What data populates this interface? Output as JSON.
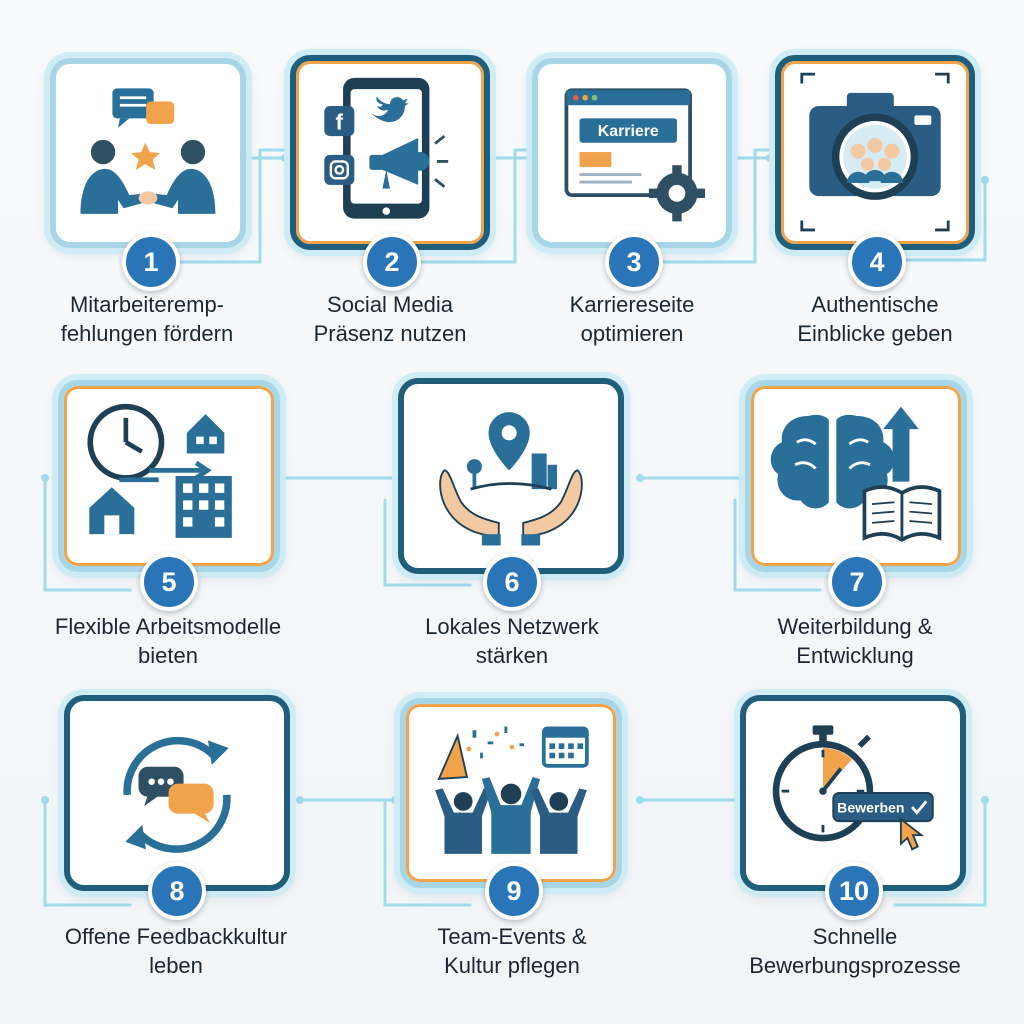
{
  "steps": [
    {
      "number": "1",
      "line1": "Mitarbeiteremp-",
      "line2": "fehlungen fördern"
    },
    {
      "number": "2",
      "line1": "Social Media",
      "line2": "Präsenz nutzen"
    },
    {
      "number": "3",
      "line1": "Karriereseite",
      "line2": "optimieren",
      "screen_label": "Karriere"
    },
    {
      "number": "4",
      "line1": "Authentische",
      "line2": "Einblicke geben"
    },
    {
      "number": "5",
      "line1": "Flexible Arbeitsmodelle",
      "line2": "bieten"
    },
    {
      "number": "6",
      "line1": "Lokales Netzwerk",
      "line2": "stärken"
    },
    {
      "number": "7",
      "line1": "Weiterbildung &",
      "line2": "Entwicklung"
    },
    {
      "number": "8",
      "line1": "Offene Feedbackkultur",
      "line2": "leben"
    },
    {
      "number": "9",
      "line1": "Team-Events &",
      "line2": "Kultur pflegen"
    },
    {
      "number": "10",
      "line1": "Schnelle",
      "line2": "Bewerbungsprozesse",
      "button_label": "Bewerben"
    }
  ],
  "colors": {
    "primary": "#1f5f7c",
    "badge": "#2a75b8",
    "accent": "#f0a34a",
    "glow": "#9fdcec"
  },
  "icons": [
    "handshake-referral-icon",
    "social-media-phone-icon",
    "career-website-icon",
    "camera-team-icon",
    "flexible-work-icon",
    "local-network-hands-icon",
    "brain-growth-book-icon",
    "feedback-chat-cycle-icon",
    "team-celebration-icon",
    "fast-apply-stopwatch-icon"
  ]
}
